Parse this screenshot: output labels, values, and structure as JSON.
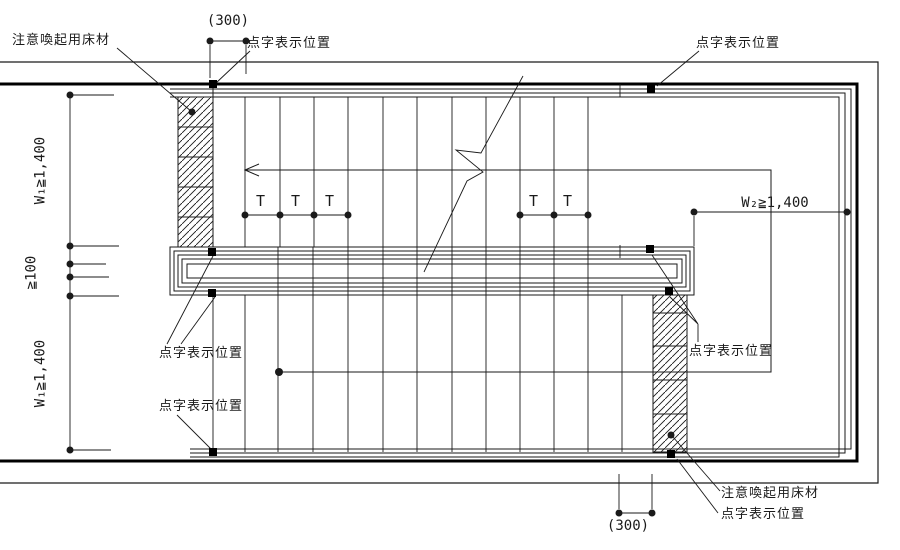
{
  "drawing": {
    "kind": "stair-plan-barrier-free-diagram",
    "labels": {
      "warning_floor": "注意喚起用床材",
      "braille_position": "点字表示位置",
      "tread": "T"
    },
    "dimensions": {
      "top_offset": "(300)",
      "bottom_offset": "(300)",
      "upper_flight_width": "W₁≧1,400",
      "lower_flight_width": "W₁≧1,400",
      "landing_width": "W₂≧1,400",
      "center_rail_gap": "≧100"
    },
    "colors": {
      "line": "#1a1a1a",
      "background": "#ffffff"
    }
  }
}
